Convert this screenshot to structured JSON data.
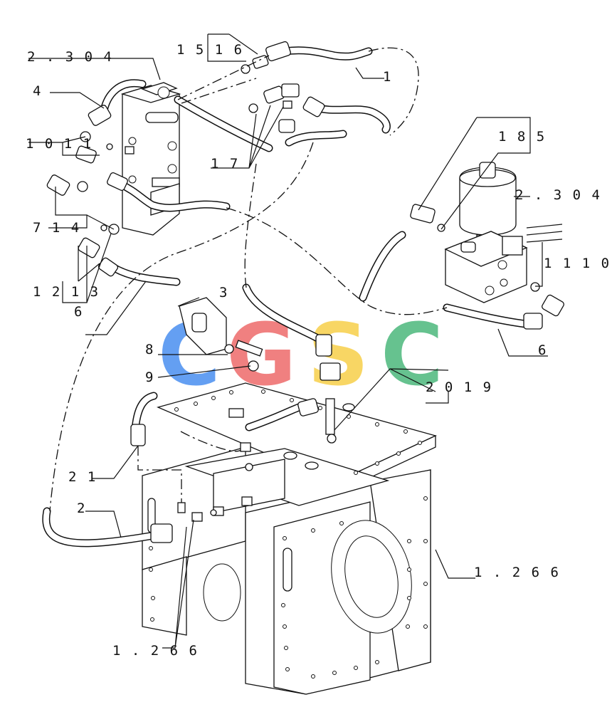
{
  "watermark": {
    "letters": [
      "C",
      "G",
      "S",
      "C"
    ],
    "colors": [
      "#4a8ff0",
      "#ee6a6a",
      "#f7d04a",
      "#4cb87c"
    ]
  },
  "callouts": {
    "c_2304_top": "2 . 3 0 4",
    "c_4": "4",
    "c_10_11": "1 0 1 1",
    "c_7_14": "7 1 4",
    "c_12_13": "1 2 1 3",
    "c_6_left": "6",
    "c_15_16": "1 5 1 6",
    "c_1": "1",
    "c_17": "1 7",
    "c_18_5": "1 8 5",
    "c_2304_right": "2 . 3 0 4",
    "c_11_10": "1 1 1 0",
    "c_6_right": "6",
    "c_3": "3",
    "c_8": "8",
    "c_9": "9",
    "c_20_19": "2 0 1 9",
    "c_21": "2 1",
    "c_2": "2",
    "c_1266_right": "1 . 2 6 6",
    "c_1266_bottom": "1 . 2 6 6"
  }
}
